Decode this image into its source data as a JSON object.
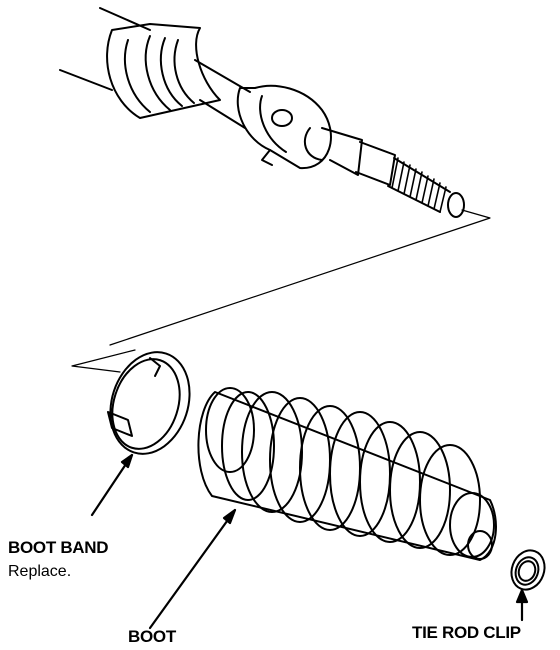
{
  "labels": {
    "boot_band": "BOOT BAND",
    "boot_band_note": "Replace.",
    "boot": "BOOT",
    "tie_rod_clip": "TIE ROD CLIP"
  },
  "colors": {
    "ink": "#000000",
    "background": "#ffffff"
  }
}
